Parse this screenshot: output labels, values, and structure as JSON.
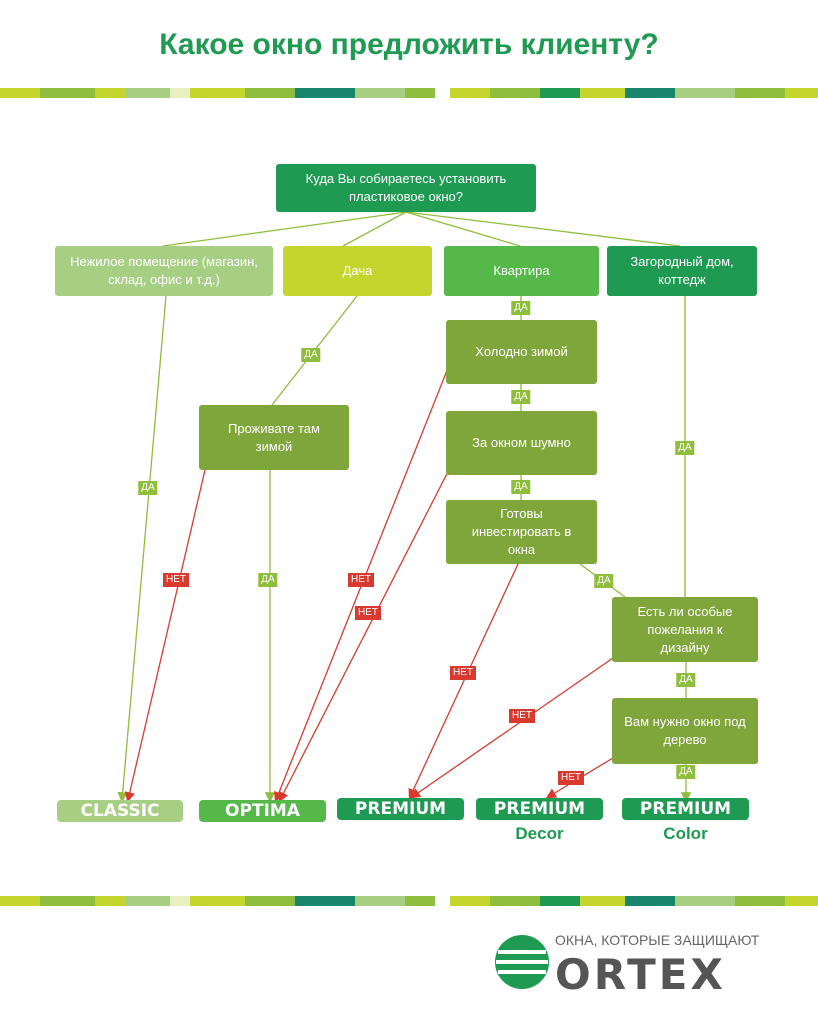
{
  "title": "Какое окно предложить клиенту?",
  "nodes": {
    "root": "Куда Вы собираетесь установить пластиковое окно?",
    "nonresidential": "Нежилое помещение (магазин, склад, офис и т.д.)",
    "dacha": "Дача",
    "apartment": "Квартира",
    "country_house": "Загородный дом, коттедж",
    "live_winter": "Проживате там зимой",
    "cold_winter": "Холодно зимой",
    "noisy": "За окном шумно",
    "invest": "Готовы инвестировать в окна",
    "design_wishes": "Есть ли особые пожелания к дизайну",
    "wood_look": "Вам нужно окно под дерево"
  },
  "labels": {
    "yes": "ДА",
    "no": "НЕТ"
  },
  "products": {
    "classic": "CLASSIC",
    "optima": "OPTIMA",
    "premium": "PREMIUM",
    "premium_decor": "PREMIUM",
    "premium_decor_sub": "Decor",
    "premium_color": "PREMIUM",
    "premium_color_sub": "Color"
  },
  "brand": {
    "tagline": "ОКНА, КОТОРЫЕ ЗАЩИЩАЮТ",
    "name": "ORTEX"
  },
  "colors": {
    "dark_green": "#1f9a52",
    "mid_green": "#54b948",
    "olive_green": "#7fa63a",
    "light_green": "#a6cf84",
    "lime": "#c4d62e",
    "yes_badge": "#8fbd3c",
    "no_badge": "#d93a2f",
    "stripe_teal": "#17866b"
  }
}
